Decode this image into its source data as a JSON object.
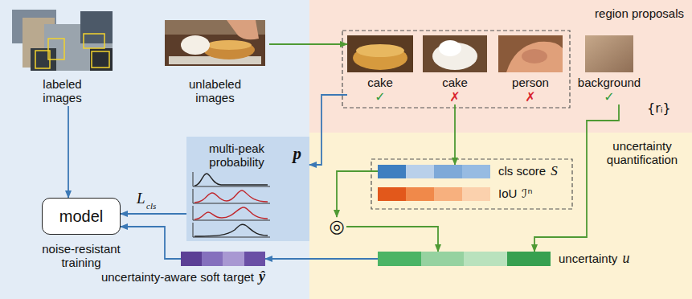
{
  "diagram": {
    "nodes": [
      {
        "text": [
          "labeled images"
        ]
      },
      {
        "text": [
          "unlabeled images"
        ]
      },
      {
        "text": [
          "region proposals",
          "{rᵢ}"
        ]
      },
      {
        "text": [
          "cake",
          "✓"
        ],
        "in": 2
      },
      {
        "text": [
          "cake",
          "✗"
        ],
        "in": 2
      },
      {
        "text": [
          "person",
          "✗"
        ],
        "in": 2
      },
      {
        "text": [
          "background",
          "✓"
        ],
        "in": 2
      },
      {
        "text": [
          "uncertainty quantification"
        ]
      },
      {
        "text": [
          "cls score",
          "S"
        ],
        "in": 7
      },
      {
        "text": [
          "IoU",
          "ℐⁿ"
        ],
        "in": 7
      },
      {
        "text": [
          "◎"
        ],
        "in": 7
      },
      {
        "text": [
          "uncertainty",
          "u"
        ],
        "in": 7
      },
      {
        "text": [
          "multi-peak probability",
          "p"
        ]
      },
      {
        "text": [
          "uncertainty-aware soft target",
          "ŷ"
        ]
      },
      {
        "text": [
          "model",
          "noise-resistant training"
        ]
      }
    ],
    "edges": [
      {
        "from": 0,
        "to": 14,
        "arrow": "to"
      },
      {
        "from": 1,
        "to": 3,
        "arrow": "to"
      },
      {
        "from": 3,
        "to": 12,
        "arrow": "to"
      },
      {
        "from": 4,
        "to": 8,
        "arrow": "to"
      },
      {
        "from": 6,
        "to": 11,
        "arrow": "to"
      },
      {
        "from": 8,
        "to": 10,
        "arrow": "to"
      },
      {
        "from": 10,
        "to": 11,
        "arrow": "to"
      },
      {
        "from": 11,
        "to": 13,
        "arrow": "to"
      },
      {
        "from": 12,
        "to": 14,
        "arrow": "to"
      },
      {
        "from": 13,
        "to": 14,
        "arrow": "to"
      }
    ],
    "labels": [
      "L",
      "cls"
    ]
  }
}
